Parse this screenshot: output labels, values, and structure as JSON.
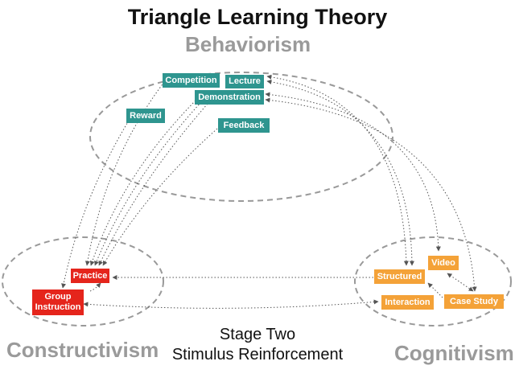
{
  "title": "Triangle Learning Theory",
  "groups": {
    "behaviorism": "Behaviorism",
    "constructivism": "Constructivism",
    "cognitivism": "Cognitivism"
  },
  "stage": {
    "line1": "Stage Two",
    "line2": "Stimulus Reinforcement"
  },
  "nodes": {
    "competition": "Competition",
    "lecture": "Lecture",
    "demonstration": "Demonstration",
    "reward": "Reward",
    "feedback": "Feedback",
    "practice": "Practice",
    "group_instruction_1": "Group",
    "group_instruction_2": "Instruction",
    "structured": "Structured",
    "video": "Video",
    "interaction": "Interaction",
    "case_study": "Case Study"
  },
  "colors": {
    "behaviorism_nodes": "#2e958f",
    "constructivism_nodes": "#e5251c",
    "cognitivism_nodes": "#f4a238",
    "group_label": "#9a9a9a",
    "connector": "#555555"
  }
}
